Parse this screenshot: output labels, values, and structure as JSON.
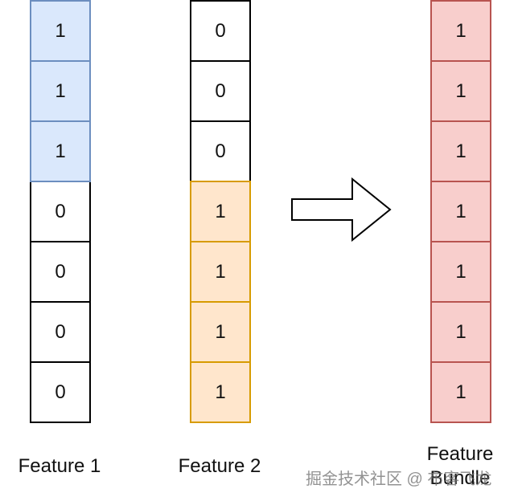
{
  "colors": {
    "blue_fill": "#dae8fc",
    "blue_border": "#6c8ebf",
    "white_fill": "#ffffff",
    "black_border": "#000000",
    "orange_fill": "#ffe6cc",
    "orange_border": "#d79b00",
    "red_fill": "#f8cecc",
    "red_border": "#b85450"
  },
  "columns": [
    {
      "label": "Feature 1",
      "cells": [
        {
          "value": "1",
          "style": "blue"
        },
        {
          "value": "1",
          "style": "blue"
        },
        {
          "value": "1",
          "style": "blue"
        },
        {
          "value": "0",
          "style": "white"
        },
        {
          "value": "0",
          "style": "white"
        },
        {
          "value": "0",
          "style": "white"
        },
        {
          "value": "0",
          "style": "white"
        }
      ]
    },
    {
      "label": "Feature 2",
      "cells": [
        {
          "value": "0",
          "style": "white"
        },
        {
          "value": "0",
          "style": "white"
        },
        {
          "value": "0",
          "style": "white"
        },
        {
          "value": "1",
          "style": "orange"
        },
        {
          "value": "1",
          "style": "orange"
        },
        {
          "value": "1",
          "style": "orange"
        },
        {
          "value": "1",
          "style": "orange"
        }
      ]
    },
    {
      "label": "Feature Bundle",
      "cells": [
        {
          "value": "1",
          "style": "red"
        },
        {
          "value": "1",
          "style": "red"
        },
        {
          "value": "1",
          "style": "red"
        },
        {
          "value": "1",
          "style": "red"
        },
        {
          "value": "1",
          "style": "red"
        },
        {
          "value": "1",
          "style": "red"
        },
        {
          "value": "1",
          "style": "red"
        }
      ]
    }
  ],
  "arrow_icon": "right-arrow-icon",
  "watermark": "掘金技术社区 @ 布客飞龙"
}
